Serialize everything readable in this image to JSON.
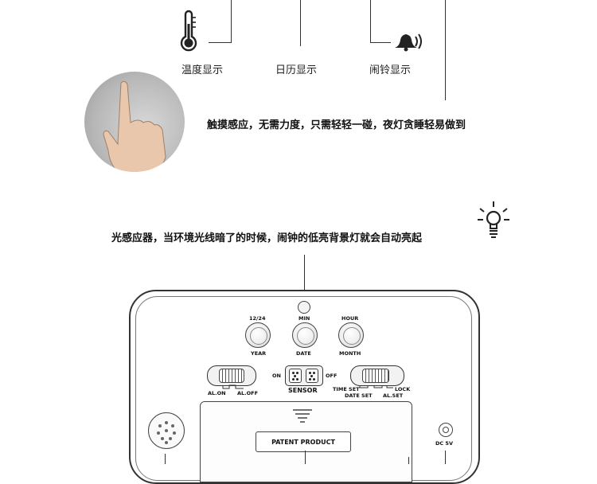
{
  "features": {
    "temperature": "温度显示",
    "calendar": "日历显示",
    "alarm": "闹铃显示"
  },
  "touch_text": "触摸感应，无需力度，只需轻轻一碰，夜灯贪睡轻易做到",
  "light_sensor_text": "光感应器，当环境光线暗了的时候，闹钟的低亮背景灯就会自动亮起",
  "device": {
    "buttons": [
      {
        "top": "12/24",
        "bottom": "YEAR"
      },
      {
        "top": "MIN",
        "bottom": "DATE"
      },
      {
        "top": "HOUR",
        "bottom": "MONTH"
      }
    ],
    "left_switch": {
      "left": "AL.ON",
      "right": "AL.OFF"
    },
    "sensor_switch": {
      "on": "ON",
      "off": "OFF",
      "name": "SENSOR"
    },
    "right_switch": {
      "time_set": "TIME SET",
      "date_set": "DATE SET",
      "al_set": "AL.SET",
      "lock": "LOCK"
    },
    "patent": "PATENT PRODUCT",
    "dc": "DC 5V"
  },
  "icons": [
    "thermometer-icon",
    "bell-icon",
    "hand-touch-icon",
    "light-bulb-icon",
    "speaker-icon"
  ]
}
